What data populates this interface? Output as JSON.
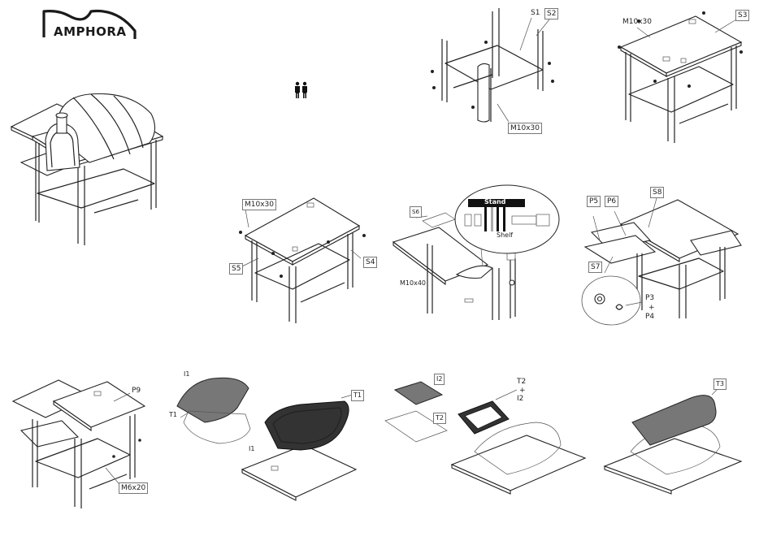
{
  "brand": {
    "name": "AMPHORA"
  },
  "people_icon": "two-people-icon",
  "steps": {
    "s1": {
      "a": "S1",
      "b": "S2",
      "bolt": "M10x30"
    },
    "s2": {
      "bolt": "M10x30",
      "a": "S3"
    },
    "s3": {
      "bolt": "M10x30",
      "a": "S5",
      "b": "S4"
    },
    "s4": {
      "a": "S6",
      "bolt": "M10x40",
      "stand": "Stand",
      "shelf": "Shelf"
    },
    "s5": {
      "a": "P5",
      "b": "P6",
      "c": "S8",
      "d": "S7",
      "e": "P3",
      "plus": "+",
      "f": "P4"
    },
    "s6": {
      "a": "P9",
      "bolt": "M6x20"
    },
    "s7": {
      "a": "I1",
      "b": "T1",
      "c": "T1",
      "d": "I1"
    },
    "s8": {
      "a": "I2",
      "b": "T2",
      "c": "T2",
      "plus": "+",
      "d": "I2"
    },
    "s9": {
      "a": "T3"
    }
  }
}
